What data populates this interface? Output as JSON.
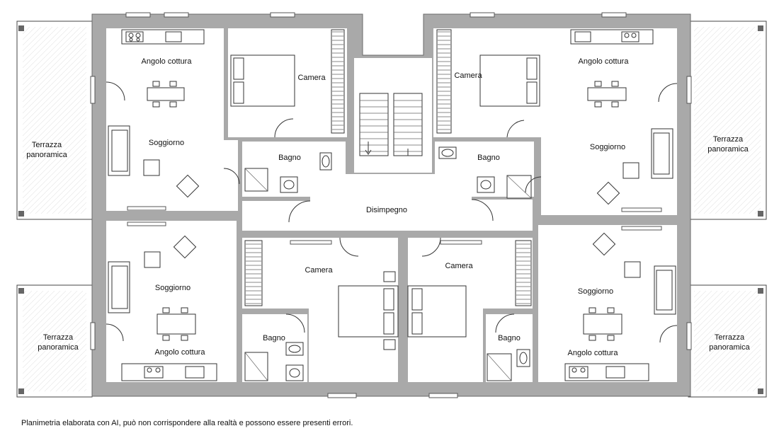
{
  "labels": {
    "terrace_tl": [
      "Terrazza",
      "panoramica"
    ],
    "terrace_tr": [
      "Terrazza",
      "panoramica"
    ],
    "terrace_bl": [
      "Terrazza",
      "panoramica"
    ],
    "terrace_br": [
      "Terrazza",
      "panoramica"
    ],
    "kitchen_tl": "Angolo cottura",
    "kitchen_tr": "Angolo cottura",
    "kitchen_bl": "Angolo cottura",
    "kitchen_br": "Angolo cottura",
    "living_tl": "Soggiorno",
    "living_tr": "Soggiorno",
    "living_bl": "Soggiorno",
    "living_br": "Soggiorno",
    "bedroom_tl": "Camera",
    "bedroom_tr": "Camera",
    "bedroom_bl": "Camera",
    "bedroom_br": "Camera",
    "bath_tl": "Bagno",
    "bath_tr": "Bagno",
    "bath_bl": "Bagno",
    "bath_br": "Bagno",
    "hallway": "Disimpegno"
  },
  "disclaimer": "Planimetria elaborata con AI, può non corrispondere alla realtà e possono essere presenti errori."
}
